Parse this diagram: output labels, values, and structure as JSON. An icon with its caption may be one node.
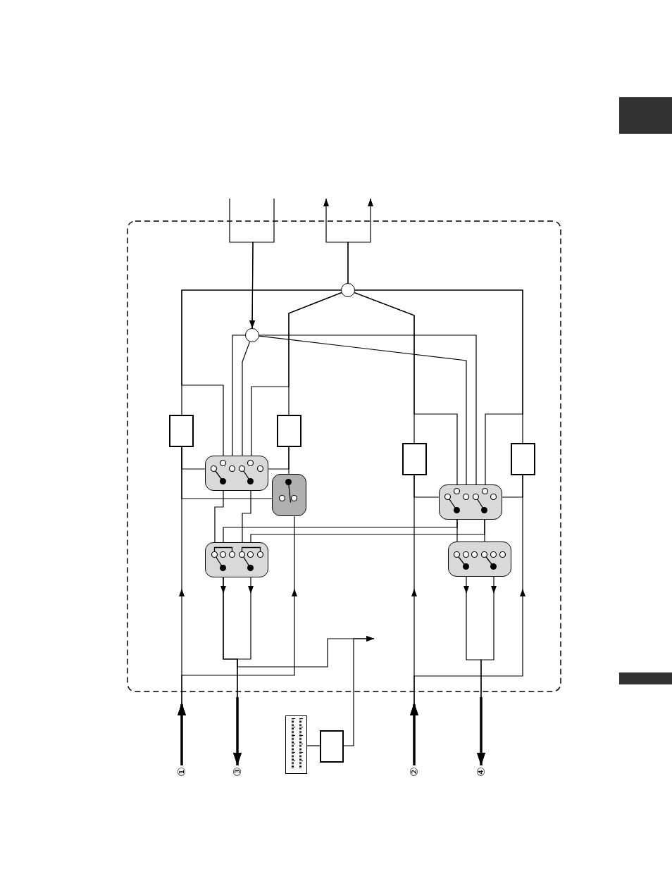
{
  "diagram": {
    "nodes": [
      {
        "text": [],
        "shape": "circle"
      },
      {
        "text": [],
        "shape": "circle"
      },
      {
        "text": [],
        "shape": "box"
      },
      {
        "text": [],
        "shape": "box"
      },
      {
        "text": [],
        "shape": "box"
      },
      {
        "text": [],
        "shape": "box"
      },
      {
        "text": [],
        "shape": "box"
      },
      {
        "text": [],
        "shape": "box"
      },
      {
        "text": [],
        "shape": "box"
      },
      {
        "text": [],
        "shape": "box"
      },
      {
        "text": [],
        "shape": "box"
      },
      {
        "text": [],
        "shape": "box"
      },
      {
        "text": [],
        "shape": "box"
      },
      {
        "text": [
          "①"
        ]
      },
      {
        "text": [
          "③"
        ]
      },
      {
        "text": [
          "②"
        ]
      },
      {
        "text": [
          "④"
        ]
      }
    ],
    "edges": [
      {
        "from": null,
        "to": 1,
        "arrow": "to"
      },
      {
        "from": null,
        "to": 1,
        "arrow": "to"
      },
      {
        "from": 0,
        "to": null,
        "arrow": "to"
      },
      {
        "from": 0,
        "to": null,
        "arrow": "to"
      },
      {
        "from": 0,
        "to": 2,
        "arrow": "none"
      },
      {
        "from": 0,
        "to": 6,
        "arrow": "none"
      },
      {
        "from": 0,
        "to": 3,
        "arrow": "none"
      },
      {
        "from": 0,
        "to": 6,
        "arrow": "none"
      },
      {
        "from": 0,
        "to": 4,
        "arrow": "none"
      },
      {
        "from": 0,
        "to": 9,
        "arrow": "none"
      },
      {
        "from": 0,
        "to": 5,
        "arrow": "none"
      },
      {
        "from": 0,
        "to": 9,
        "arrow": "none"
      },
      {
        "from": 1,
        "to": 6,
        "arrow": "none"
      },
      {
        "from": 1,
        "to": 6,
        "arrow": "none"
      },
      {
        "from": 1,
        "to": 9,
        "arrow": "none"
      },
      {
        "from": 1,
        "to": 9,
        "arrow": "none"
      },
      {
        "from": 2,
        "to": 6,
        "arrow": "none"
      },
      {
        "from": 2,
        "to": 7,
        "arrow": "none"
      },
      {
        "from": 3,
        "to": 6,
        "arrow": "none"
      },
      {
        "from": 3,
        "to": 7,
        "arrow": "none"
      },
      {
        "from": 4,
        "to": 9,
        "arrow": "none"
      },
      {
        "from": 5,
        "to": 9,
        "arrow": "none"
      },
      {
        "from": 6,
        "to": 8,
        "arrow": "none"
      },
      {
        "from": 6,
        "to": 8,
        "arrow": "none"
      },
      {
        "from": 9,
        "to": 10,
        "arrow": "none"
      },
      {
        "from": 9,
        "to": 10,
        "arrow": "none"
      },
      {
        "from": 9,
        "to": 8,
        "arrow": "none"
      },
      {
        "from": 9,
        "to": 8,
        "arrow": "none"
      },
      {
        "from": 8,
        "to": 14,
        "arrow": "to"
      },
      {
        "from": 8,
        "to": 14,
        "arrow": "to"
      },
      {
        "from": 8,
        "to": null,
        "arrow": "to"
      },
      {
        "from": 12,
        "to": null,
        "arrow": "to"
      },
      {
        "from": 11,
        "to": 12,
        "arrow": "none"
      },
      {
        "from": 10,
        "to": 16,
        "arrow": "to"
      },
      {
        "from": 10,
        "to": 16,
        "arrow": "to"
      },
      {
        "from": 13,
        "to": 2,
        "arrow": "to"
      },
      {
        "from": 13,
        "to": 7,
        "arrow": "to"
      },
      {
        "from": 15,
        "to": 4,
        "arrow": "to"
      },
      {
        "from": 15,
        "to": 5,
        "arrow": "to"
      }
    ]
  }
}
